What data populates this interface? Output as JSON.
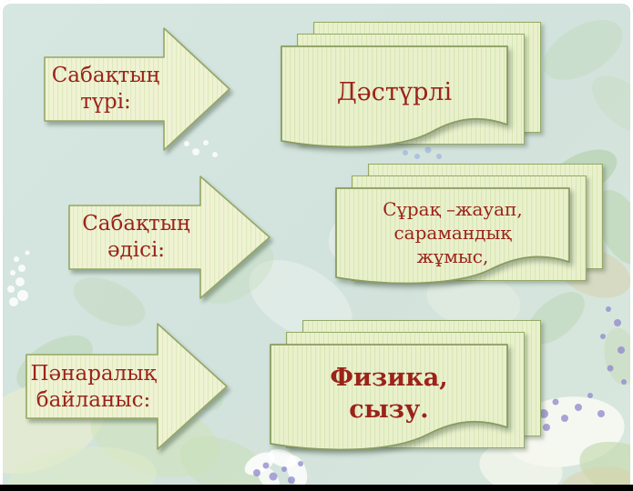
{
  "slide": {
    "rows": [
      {
        "arrow_label": "Сабақтың\nтүрі:",
        "card_text": "Дәстүрлі"
      },
      {
        "arrow_label": "Сабақтың\nәдісі:",
        "card_text": "Сұрақ –жауап,\nсарамандық\nжұмыс,"
      },
      {
        "arrow_label": "Пәнаралық\nбайланыс:",
        "card_text": "Физика,\nсызу."
      }
    ],
    "colors": {
      "text_red": "#9b231a",
      "shape_border": "#94a765",
      "arrow_fill": "#eff3d4",
      "arrow_stripe": "#dfe9bd",
      "card_fill": "#e9f1cc",
      "card_stripe": "#d9e6b6",
      "background": "#d2e2dc",
      "berry_purple": "#8f85cc",
      "frame_white": "#ffffff",
      "letterbox_black": "#000000"
    }
  }
}
